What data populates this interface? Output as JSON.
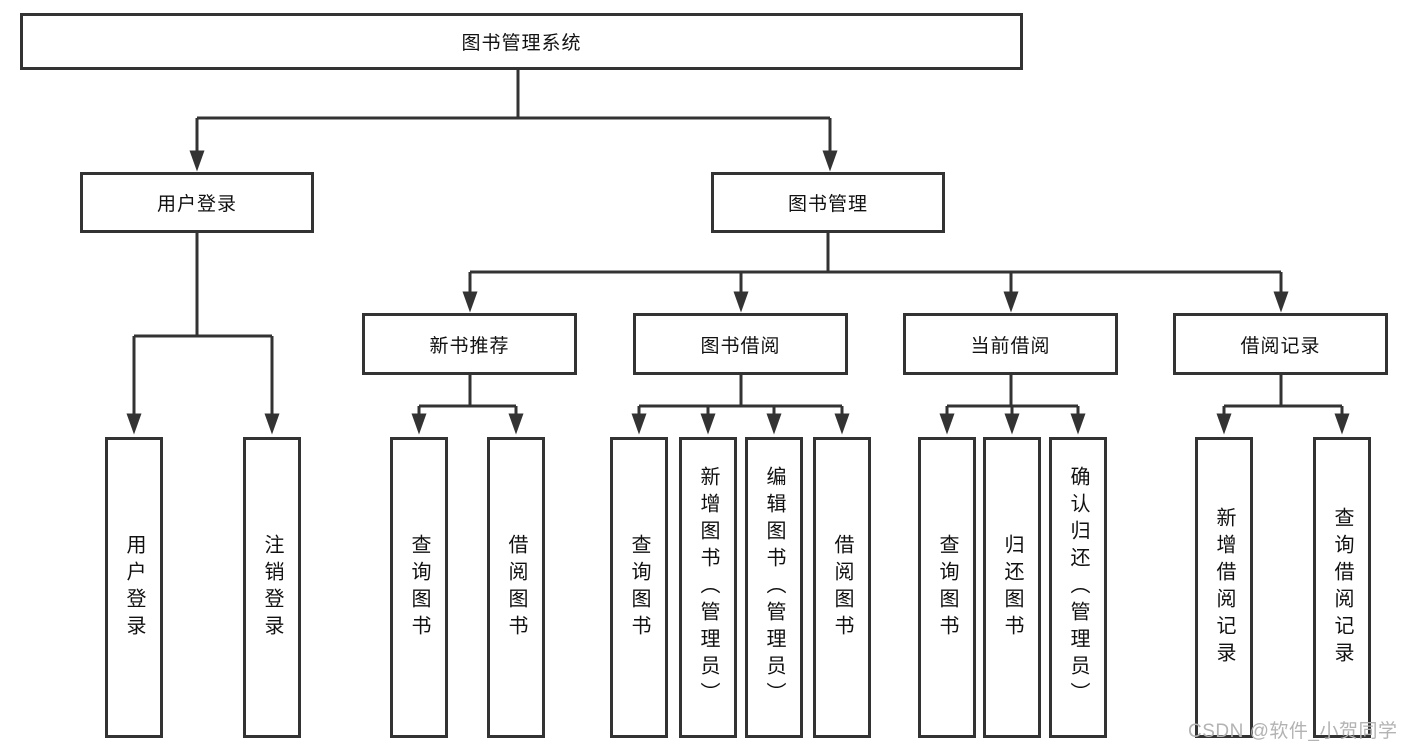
{
  "colors": {
    "line": "#333333",
    "text": "#111111",
    "background": "#ffffff",
    "watermark": "#b3b3b3"
  },
  "root": {
    "label": "图书管理系统",
    "children": [
      {
        "label": "用户登录",
        "children": [
          {
            "label": "用户登录"
          },
          {
            "label": "注销登录"
          }
        ]
      },
      {
        "label": "图书管理",
        "children": [
          {
            "label": "新书推荐",
            "children": [
              {
                "label": "查询图书"
              },
              {
                "label": "借阅图书"
              }
            ]
          },
          {
            "label": "图书借阅",
            "children": [
              {
                "label": "查询图书"
              },
              {
                "label": "新增图书（管理员）"
              },
              {
                "label": "编辑图书（管理员）"
              },
              {
                "label": "借阅图书"
              }
            ]
          },
          {
            "label": "当前借阅",
            "children": [
              {
                "label": "查询图书"
              },
              {
                "label": "归还图书"
              },
              {
                "label": "确认归还（管理员）"
              }
            ]
          },
          {
            "label": "借阅记录",
            "children": [
              {
                "label": "新增借阅记录"
              },
              {
                "label": "查询借阅记录"
              }
            ]
          }
        ]
      }
    ]
  },
  "watermark": {
    "text": "CSDN @软件_小贺同学"
  }
}
